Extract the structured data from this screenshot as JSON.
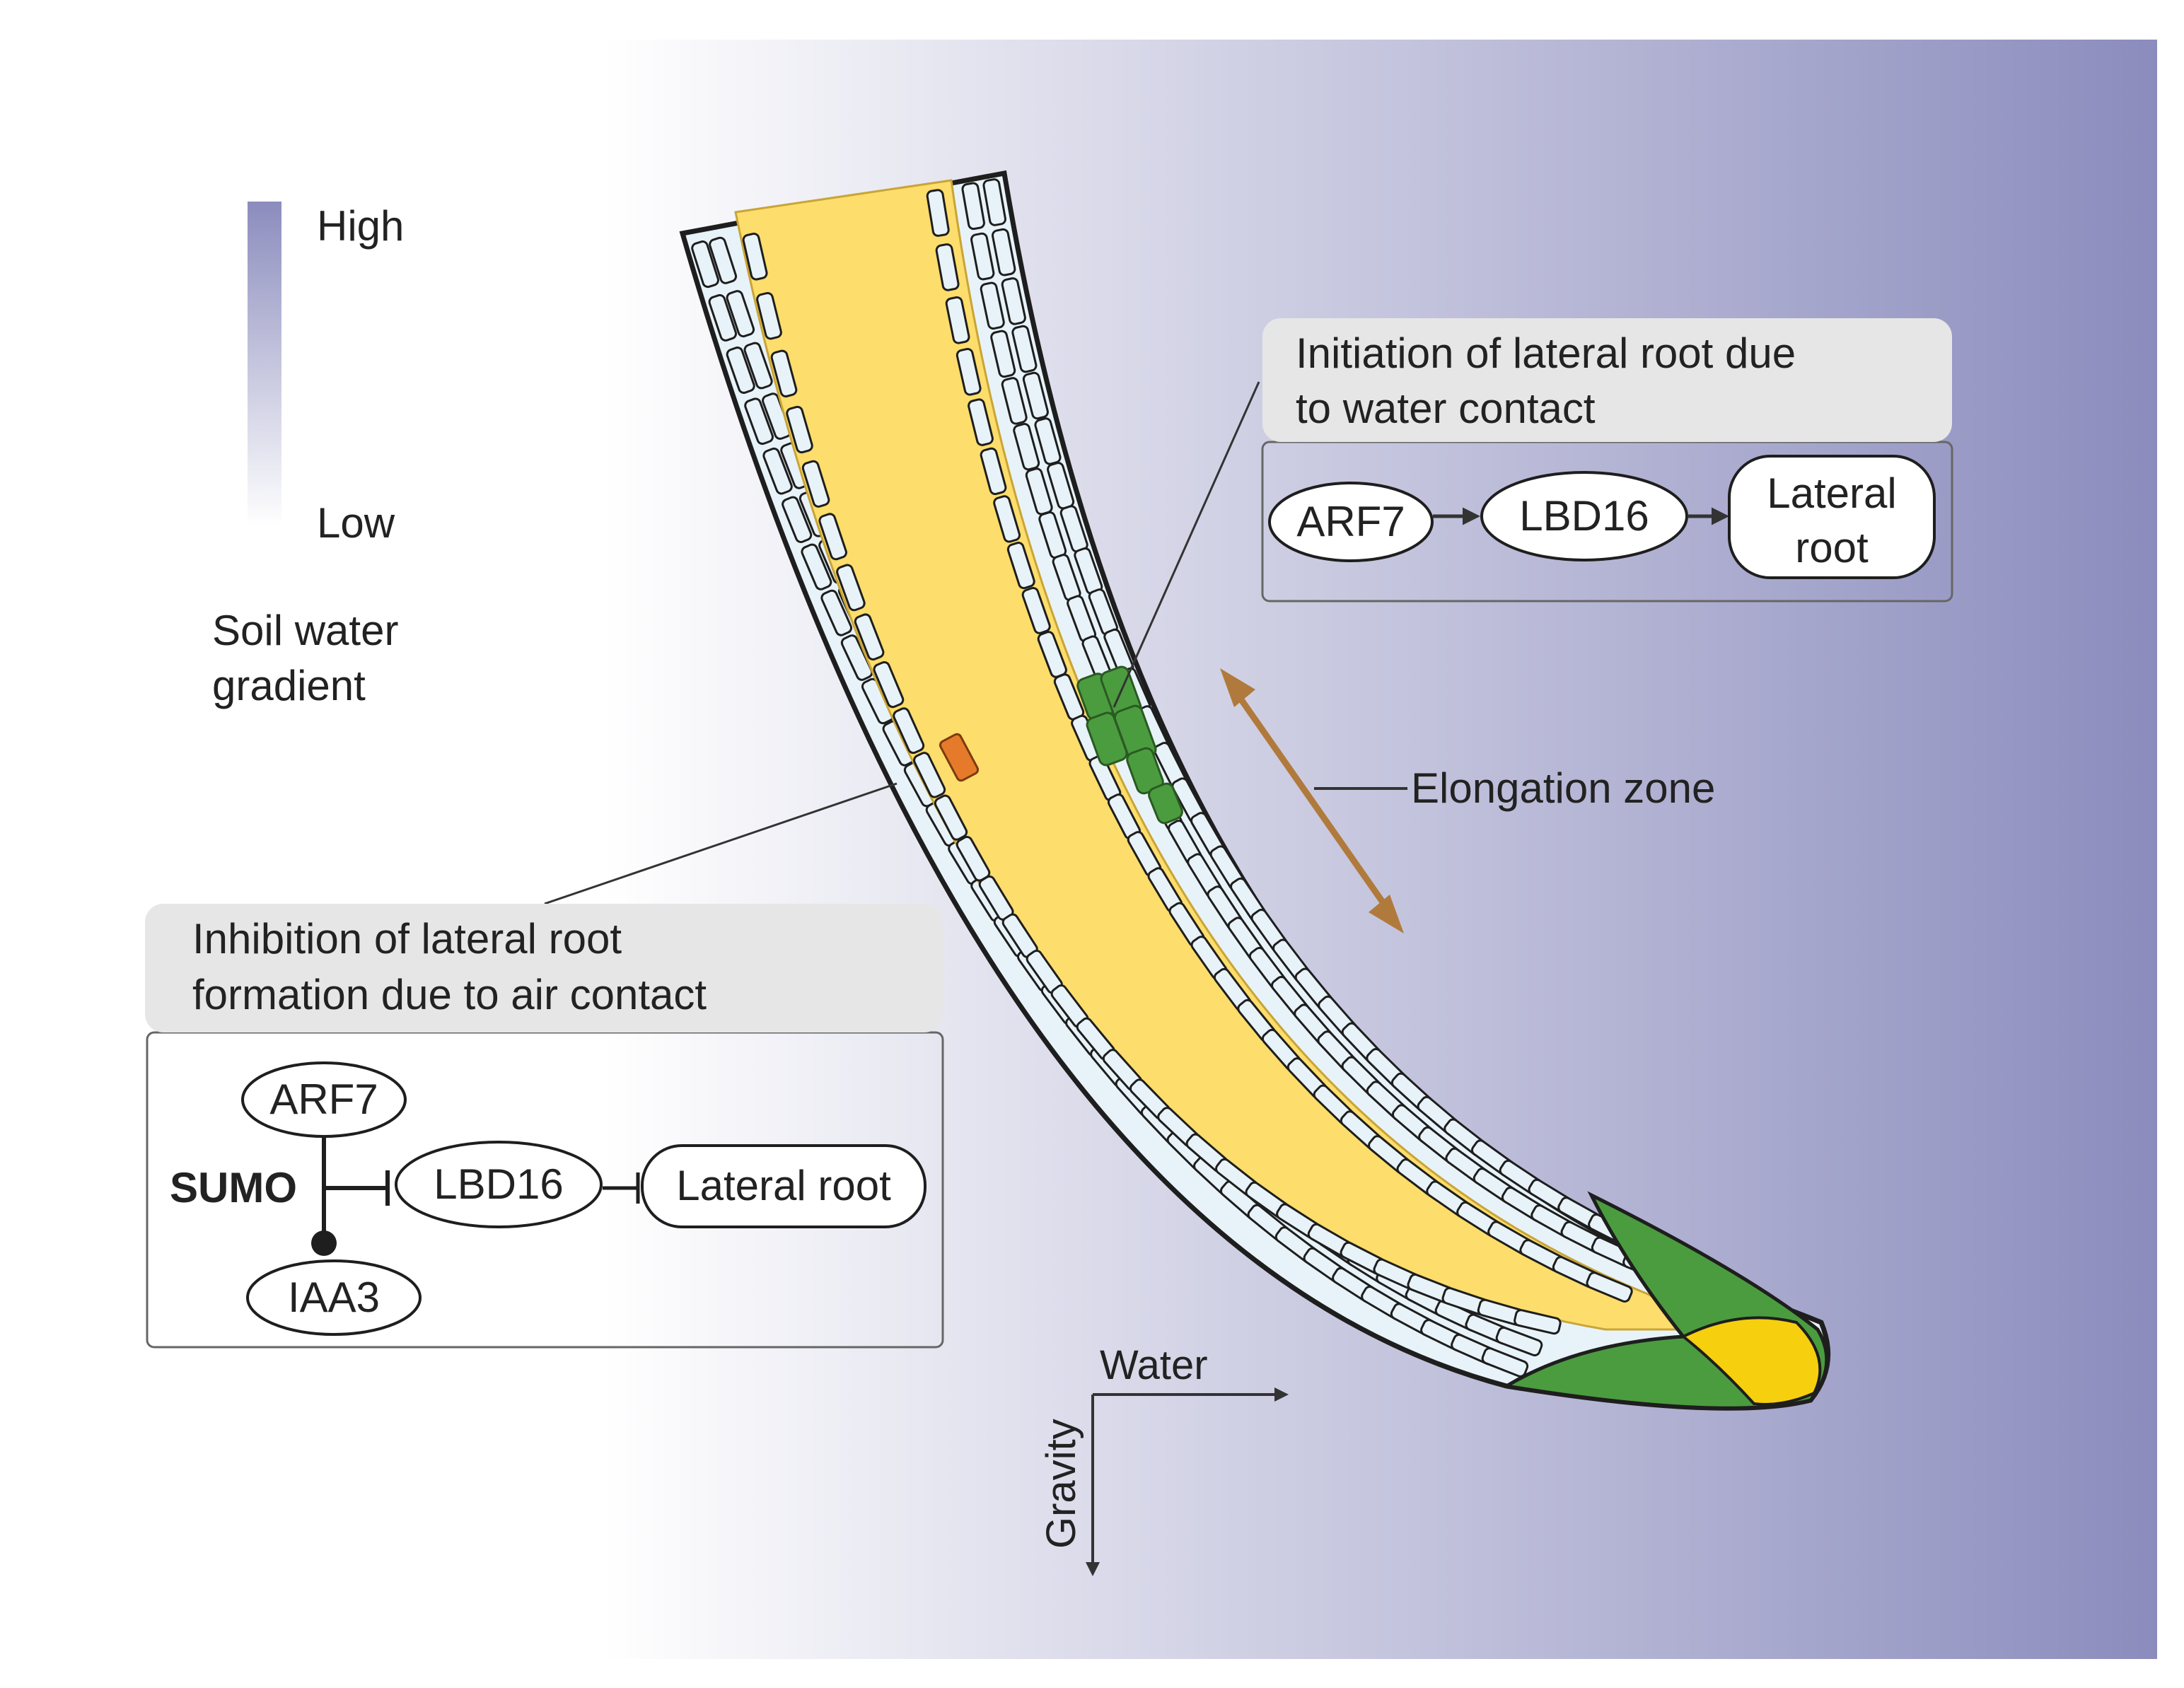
{
  "colors": {
    "background_low": "#ffffff",
    "background_high": "#8b8cbd",
    "stele": "#fddd6b",
    "cells": "#e8f3f9",
    "cell_outline": "#1e1e1e",
    "green_tissue": "#4b9c3f",
    "orange_cell": "#e57a2a",
    "root_cap_center": "#f6cf0e",
    "elongation_arrow": "#b07a3c",
    "label_box": "#e6e6e6",
    "panel_border": "#666666"
  },
  "legend": {
    "high": "High",
    "low": "Low",
    "title_line1": "Soil water",
    "title_line2": "gradient"
  },
  "upper_panel": {
    "title_line1": "Initiation of lateral root due",
    "title_line2": "to water contact",
    "node_arf7": "ARF7",
    "node_lbd16": "LBD16",
    "node_lateral_line1": "Lateral",
    "node_lateral_line2": "root"
  },
  "lower_panel": {
    "title_line1": "Inhibition of lateral root",
    "title_line2": "formation due to air contact",
    "node_arf7": "ARF7",
    "node_sumo": "SUMO",
    "node_lbd16": "LBD16",
    "node_lateral": "Lateral root",
    "node_iaa3": "IAA3"
  },
  "elongation_label": "Elongation zone",
  "axes": {
    "water": "Water",
    "gravity": "Gravity"
  }
}
